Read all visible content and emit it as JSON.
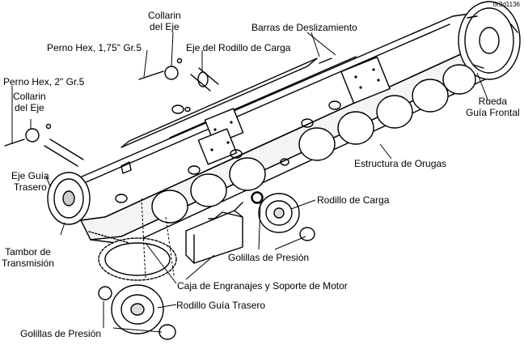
{
  "figure_id": "or3d1136",
  "labels": {
    "collarin_eje_top": "Collarin\ndel Eje",
    "barras_deslizamiento": "Barras de Deslizamiento",
    "perno_hex_175": "Perno Hex, 1,75\" Gr.5",
    "eje_rodillo_carga": "Eje del Rodillo de Carga",
    "perno_hex_2": "Perno Hex, 2\" Gr.5",
    "collarin_eje_left": "Collarin\ndel Eje",
    "rueda_guia_frontal": "Rueda\nGuía Frontal",
    "eje_guia_trasero": "Eje Guía\nTrasero",
    "estructura_orugas": "Estructura de Orugas",
    "rodillo_carga": "Rodillo de Carga",
    "tambor_transmision": "Tambor de\nTransmisión",
    "golillas_presion_1": "Golillas de Presión",
    "caja_engranajes": "Caja de Engranajes y Soporte de Motor",
    "rodillo_guia_trasero": "Rodillo Guía Trasero",
    "golillas_presion_2": "Golillas de Presión"
  }
}
